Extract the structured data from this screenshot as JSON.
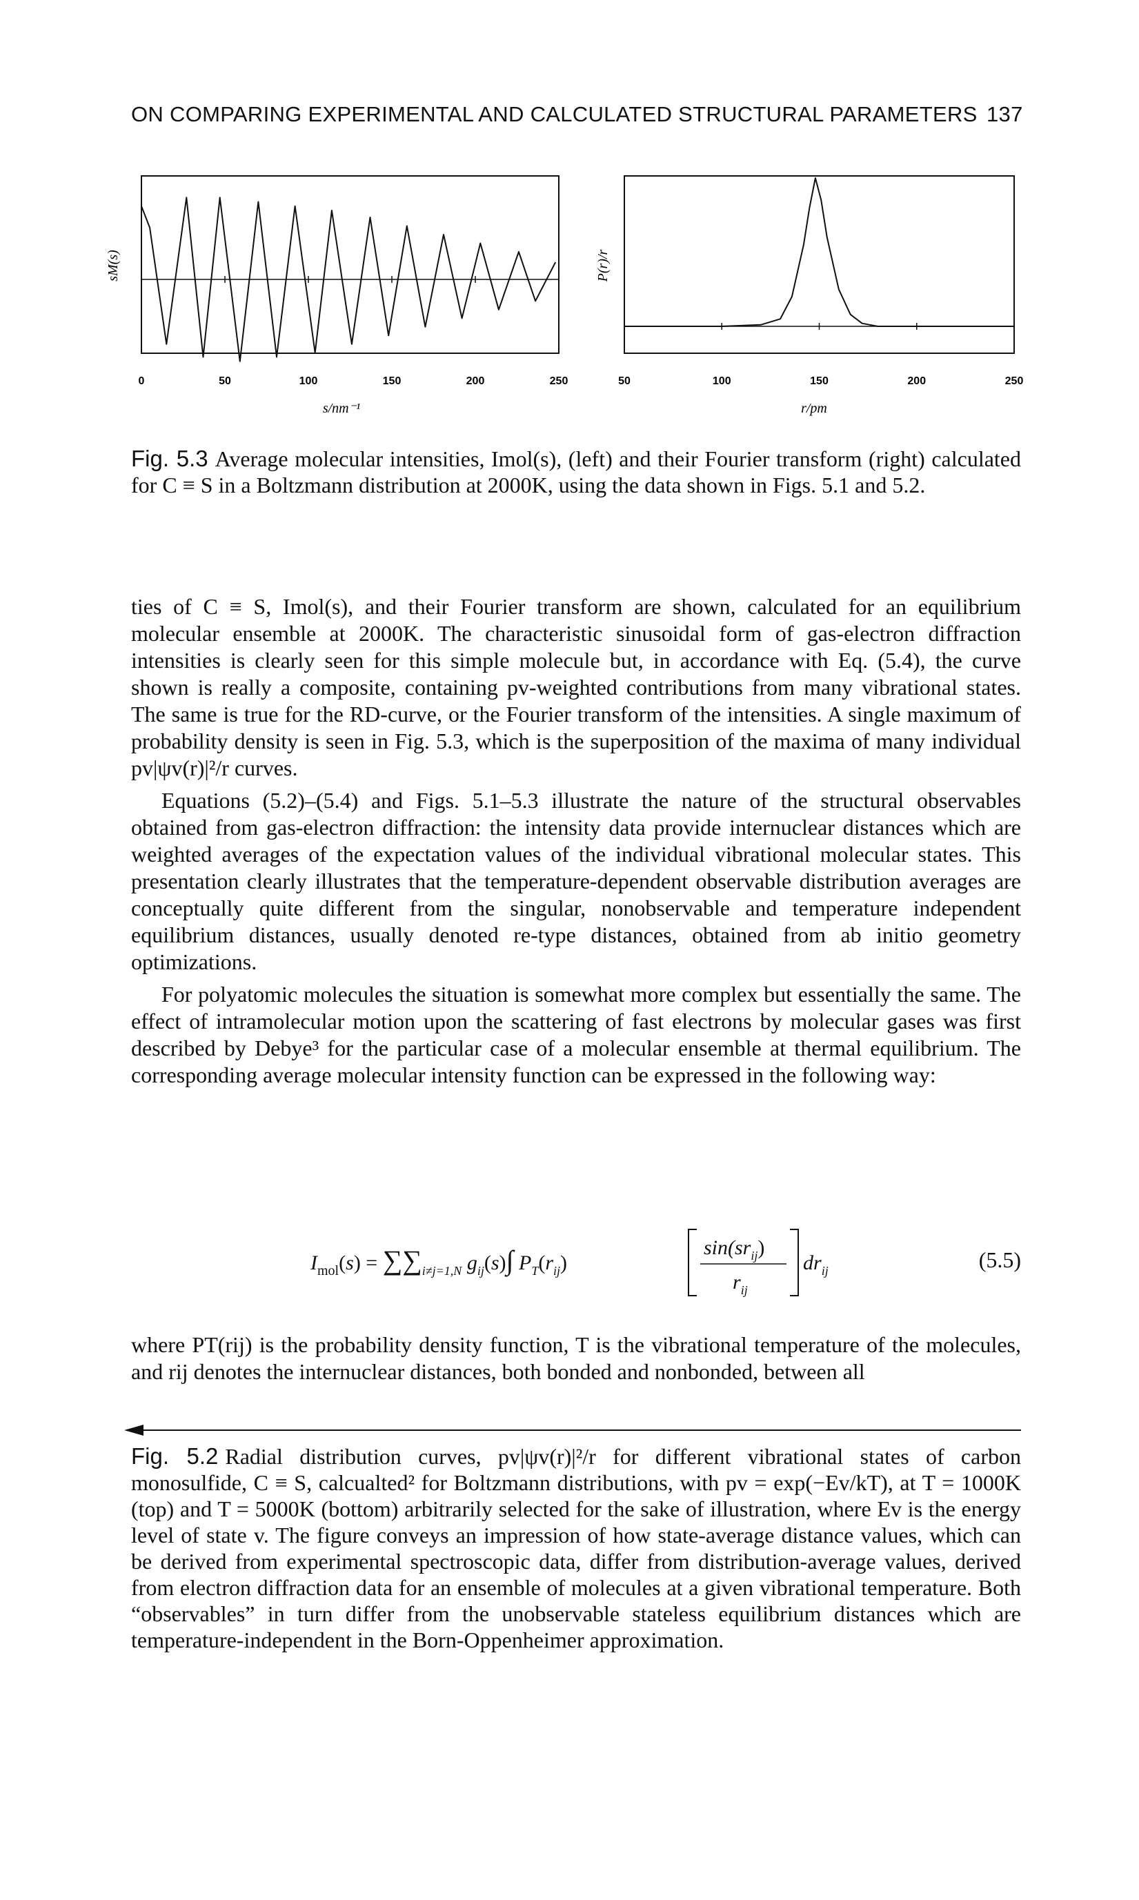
{
  "header": {
    "title": "ON COMPARING EXPERIMENTAL AND CALCULATED STRUCTURAL PARAMETERS",
    "page_number": "137"
  },
  "chart_data": [
    {
      "type": "line",
      "ylabel": "sM(s)",
      "xlabel": "s/nm⁻¹",
      "xlim": [
        0,
        250
      ],
      "x_ticks": [
        "0",
        "50",
        "100",
        "150",
        "200",
        "250"
      ],
      "series": [
        {
          "x": [
            0,
            5,
            15,
            27,
            37,
            47,
            59,
            70,
            81,
            92,
            104,
            114,
            126,
            137,
            148,
            159,
            170,
            181,
            192,
            203,
            214,
            226,
            236,
            248
          ],
          "y": [
            0.85,
            0.6,
            -0.75,
            0.95,
            -0.9,
            0.95,
            -0.95,
            0.9,
            -0.9,
            0.85,
            -0.85,
            0.8,
            -0.75,
            0.72,
            -0.65,
            0.62,
            -0.55,
            0.52,
            -0.45,
            0.42,
            -0.35,
            0.32,
            -0.25,
            0.2
          ]
        }
      ]
    },
    {
      "type": "line",
      "ylabel": "P(r)/r",
      "xlabel": "r/pm",
      "xlim": [
        50,
        250
      ],
      "x_ticks": [
        "50",
        "100",
        "150",
        "200",
        "250"
      ],
      "series": [
        {
          "x": [
            50,
            100,
            120,
            130,
            136,
            142,
            145,
            148,
            151,
            154,
            160,
            166,
            172,
            180,
            200,
            230,
            250
          ],
          "y": [
            0,
            0,
            0.01,
            0.05,
            0.2,
            0.55,
            0.8,
            1.0,
            0.85,
            0.6,
            0.25,
            0.08,
            0.02,
            0.0,
            0,
            0,
            0
          ]
        }
      ]
    }
  ],
  "fig53_caption": {
    "label": "Fig. 5.3",
    "text": "Average molecular intensities, Imol(s), (left) and their Fourier transform (right) calculated for C ≡ S in a Boltzmann distribution at 2000K, using the data shown in Figs. 5.1 and 5.2."
  },
  "paragraphs": [
    "ties of C ≡ S, Imol(s), and their Fourier transform are shown, calculated for an equilibrium molecular ensemble at 2000K. The characteristic sinusoidal form of gas-electron diffraction intensities is clearly seen for this simple molecule but, in accordance with Eq. (5.4), the curve shown is really a composite, containing pv-weighted contributions from many vibrational states. The same is true for the RD-curve, or the Fourier transform of the intensities. A single maximum of probability density is seen in Fig. 5.3, which is the superposition of the maxima of many individual pv|ψv(r)|²/r curves.",
    "Equations (5.2)–(5.4) and Figs. 5.1–5.3 illustrate the nature of the structural observables obtained from gas-electron diffraction: the intensity data provide internuclear distances which are weighted averages of the expectation values of the individual vibrational molecular states. This presentation clearly illustrates that the temperature-dependent observable distribution averages are conceptually quite different from the singular, nonobservable and temperature independent equilibrium distances, usually denoted re-type distances, obtained from ab initio geometry optimizations.",
    "For polyatomic molecules the situation is somewhat more complex but essentially the same. The effect of intramolecular motion upon the scattering of fast electrons by molecular gases was first described by Debye³ for the particular case of a molecular ensemble at thermal equilibrium. The corresponding average molecular intensity function can be expressed in the following way:"
  ],
  "equation": {
    "number": "(5.5)"
  },
  "after_equation": "where PT(rij) is the probability density function, T is the vibrational temperature of the molecules, and rij denotes the internuclear distances, both bonded and nonbonded, between all",
  "fig52_caption": {
    "label": "Fig. 5.2",
    "text": "Radial distribution curves, pv|ψv(r)|²/r for different vibrational states of carbon monosulfide, C ≡ S, calcualted² for Boltzmann distributions, with pv = exp(−Ev/kT), at T = 1000K (top) and T = 5000K (bottom) arbitrarily selected for the sake of illustration, where Ev is the energy level of state v. The figure conveys an impression of how state-average distance values, which can be derived from experimental spectroscopic data, differ from distribution-average values, derived from electron diffraction data for an ensemble of molecules at a given vibrational temperature. Both “observables” in turn differ from the unobservable stateless equilibrium distances which are temperature-independent in the Born-Oppenheimer approximation."
  }
}
